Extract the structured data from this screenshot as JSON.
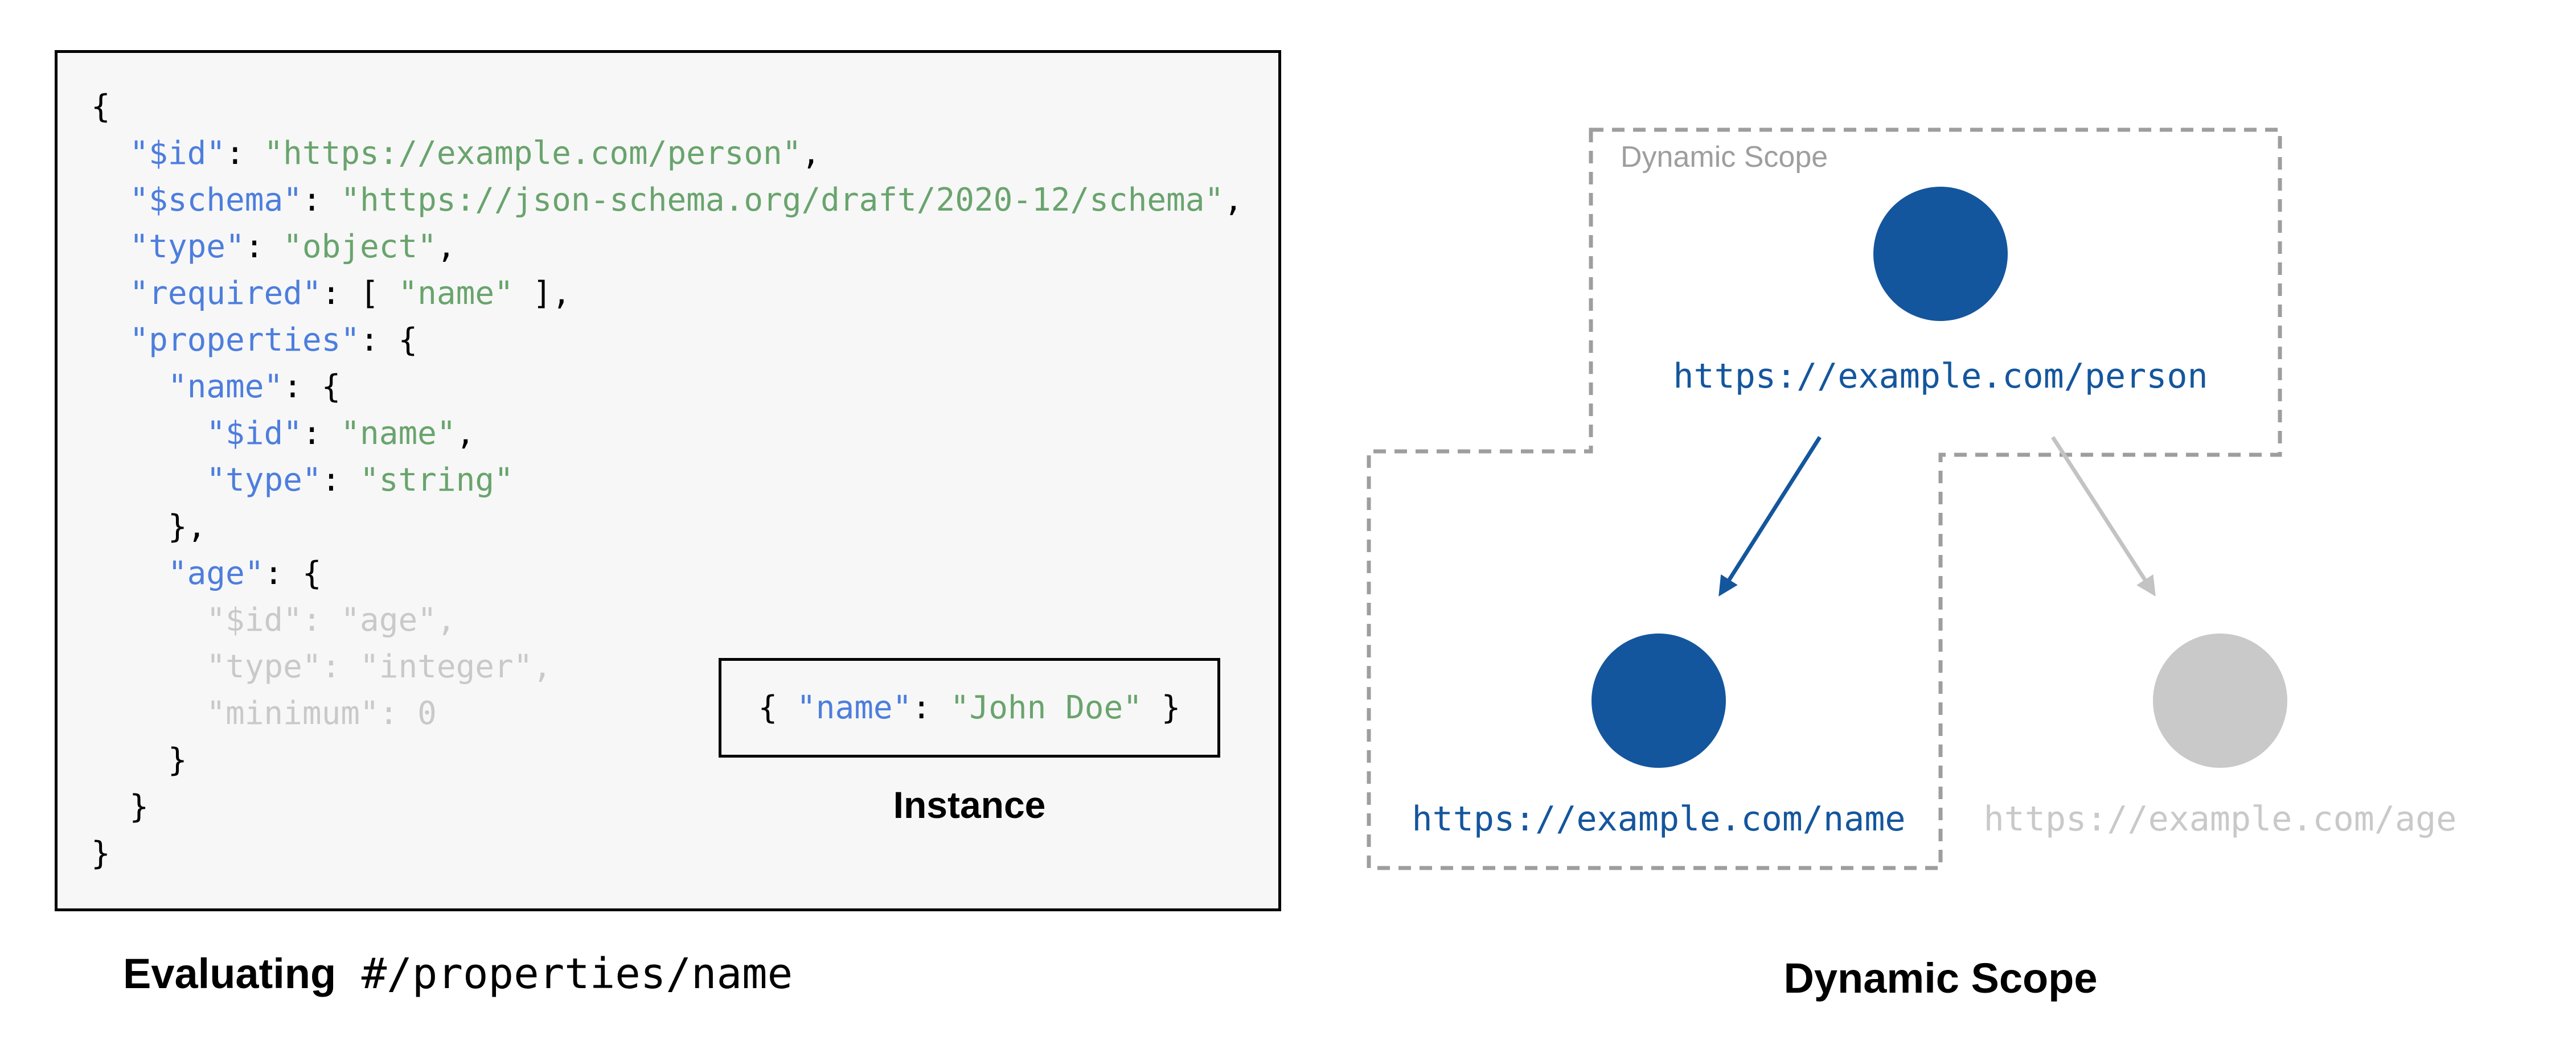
{
  "colors": {
    "panel_background": "#f7f7f7",
    "border_black": "#000000",
    "code_key_blue": "#4d7edd",
    "code_string_green": "#69a46d",
    "code_dim_gray": "#c9c9c9",
    "node_active_blue": "#14569d",
    "node_inactive_gray": "#c9c9c9",
    "arrow_gray": "#c3c3c3",
    "dashed_outline_gray": "#9e9e9e"
  },
  "schema_panel": {
    "code_lines": [
      {
        "tokens": [
          {
            "c": "p",
            "t": "{"
          }
        ]
      },
      {
        "tokens": [
          {
            "c": "p",
            "t": "  "
          },
          {
            "c": "k",
            "t": "\"$id\""
          },
          {
            "c": "p",
            "t": ": "
          },
          {
            "c": "s",
            "t": "\"https://example.com/person\""
          },
          {
            "c": "p",
            "t": ","
          }
        ]
      },
      {
        "tokens": [
          {
            "c": "p",
            "t": "  "
          },
          {
            "c": "k",
            "t": "\"$schema\""
          },
          {
            "c": "p",
            "t": ": "
          },
          {
            "c": "s",
            "t": "\"https://json-schema.org/draft/2020-12/schema\""
          },
          {
            "c": "p",
            "t": ","
          }
        ]
      },
      {
        "tokens": [
          {
            "c": "p",
            "t": "  "
          },
          {
            "c": "k",
            "t": "\"type\""
          },
          {
            "c": "p",
            "t": ": "
          },
          {
            "c": "s",
            "t": "\"object\""
          },
          {
            "c": "p",
            "t": ","
          }
        ]
      },
      {
        "tokens": [
          {
            "c": "p",
            "t": "  "
          },
          {
            "c": "k",
            "t": "\"required\""
          },
          {
            "c": "p",
            "t": ": [ "
          },
          {
            "c": "s",
            "t": "\"name\""
          },
          {
            "c": "p",
            "t": " ],"
          }
        ]
      },
      {
        "tokens": [
          {
            "c": "p",
            "t": "  "
          },
          {
            "c": "k",
            "t": "\"properties\""
          },
          {
            "c": "p",
            "t": ": {"
          }
        ]
      },
      {
        "tokens": [
          {
            "c": "p",
            "t": "    "
          },
          {
            "c": "k",
            "t": "\"name\""
          },
          {
            "c": "p",
            "t": ": {"
          }
        ]
      },
      {
        "tokens": [
          {
            "c": "p",
            "t": "      "
          },
          {
            "c": "k",
            "t": "\"$id\""
          },
          {
            "c": "p",
            "t": ": "
          },
          {
            "c": "s",
            "t": "\"name\""
          },
          {
            "c": "p",
            "t": ","
          }
        ]
      },
      {
        "tokens": [
          {
            "c": "p",
            "t": "      "
          },
          {
            "c": "k",
            "t": "\"type\""
          },
          {
            "c": "p",
            "t": ": "
          },
          {
            "c": "s",
            "t": "\"string\""
          }
        ]
      },
      {
        "tokens": [
          {
            "c": "p",
            "t": "    },"
          }
        ]
      },
      {
        "tokens": [
          {
            "c": "p",
            "t": "    "
          },
          {
            "c": "k",
            "t": "\"age\""
          },
          {
            "c": "p",
            "t": ": {"
          }
        ]
      },
      {
        "tokens": [
          {
            "c": "d",
            "t": "      \"$id\": \"age\","
          }
        ]
      },
      {
        "tokens": [
          {
            "c": "d",
            "t": "      \"type\": \"integer\","
          }
        ]
      },
      {
        "tokens": [
          {
            "c": "d",
            "t": "      \"minimum\": 0"
          }
        ]
      },
      {
        "tokens": [
          {
            "c": "p",
            "t": "    }"
          }
        ]
      },
      {
        "tokens": [
          {
            "c": "p",
            "t": "  }"
          }
        ]
      },
      {
        "tokens": [
          {
            "c": "p",
            "t": "}"
          }
        ]
      }
    ],
    "instance": {
      "tokens": [
        {
          "c": "p",
          "t": "{ "
        },
        {
          "c": "k",
          "t": "\"name\""
        },
        {
          "c": "p",
          "t": ": "
        },
        {
          "c": "s",
          "t": "\"John Doe\""
        },
        {
          "c": "p",
          "t": " }"
        }
      ],
      "label": "Instance"
    }
  },
  "captions": {
    "left_bold": "Evaluating",
    "left_mono": " #/properties/name",
    "right": "Dynamic Scope"
  },
  "diagram": {
    "scope_label": "Dynamic Scope",
    "nodes": [
      {
        "id": "person",
        "url": "https://example.com/person",
        "state": "active"
      },
      {
        "id": "name",
        "url": "https://example.com/name",
        "state": "active"
      },
      {
        "id": "age",
        "url": "https://example.com/age",
        "state": "inactive"
      }
    ]
  }
}
